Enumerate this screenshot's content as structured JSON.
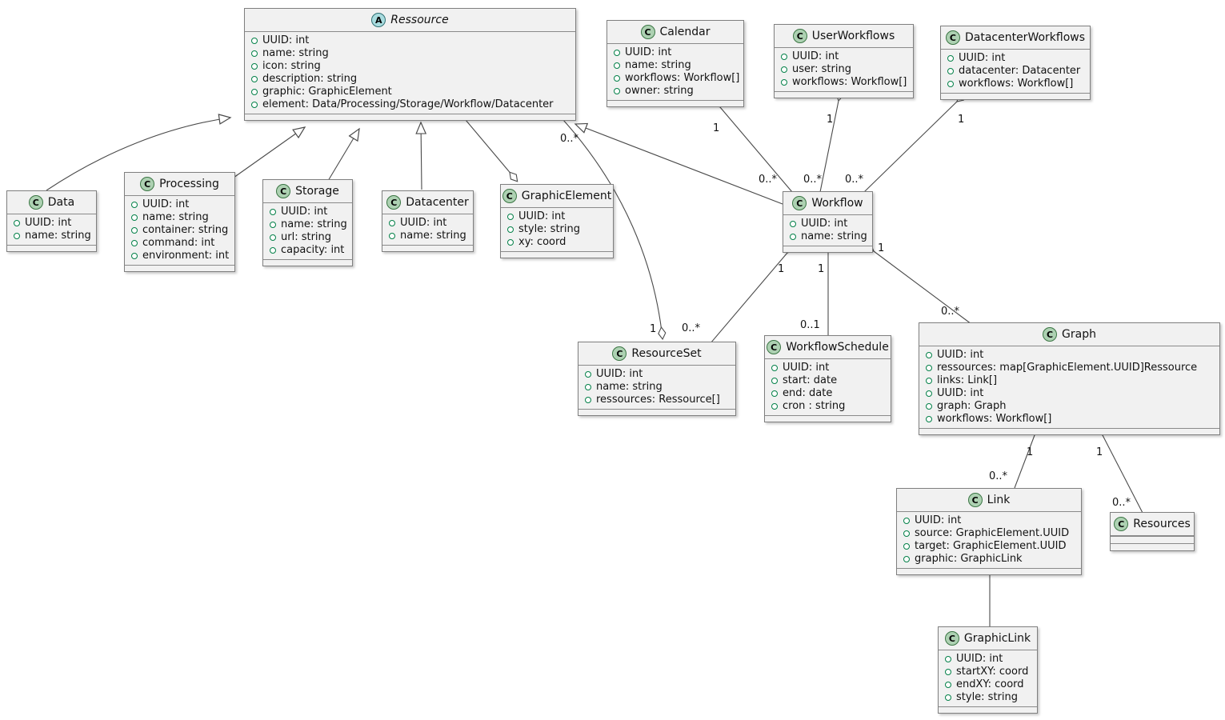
{
  "diagram": {
    "classes": {
      "ressource": {
        "kind": "A",
        "name": "Ressource",
        "attrs": [
          "UUID: int",
          "name: string",
          "icon: string",
          "description: string",
          "graphic: GraphicElement",
          "element: Data/Processing/Storage/Workflow/Datacenter"
        ]
      },
      "calendar": {
        "kind": "C",
        "name": "Calendar",
        "attrs": [
          "UUID: int",
          "name: string",
          "workflows: Workflow[]",
          "owner: string"
        ]
      },
      "userworkflows": {
        "kind": "C",
        "name": "UserWorkflows",
        "attrs": [
          "UUID: int",
          "user: string",
          "workflows: Workflow[]"
        ]
      },
      "datacenterworkflows": {
        "kind": "C",
        "name": "DatacenterWorkflows",
        "attrs": [
          "UUID: int",
          "datacenter: Datacenter",
          "workflows: Workflow[]"
        ]
      },
      "data": {
        "kind": "C",
        "name": "Data",
        "attrs": [
          "UUID: int",
          "name: string"
        ]
      },
      "processing": {
        "kind": "C",
        "name": "Processing",
        "attrs": [
          "UUID: int",
          "name: string",
          "container: string",
          "command: int",
          "environment: int"
        ]
      },
      "storage": {
        "kind": "C",
        "name": "Storage",
        "attrs": [
          "UUID: int",
          "name: string",
          "url: string",
          "capacity: int"
        ]
      },
      "datacenter": {
        "kind": "C",
        "name": "Datacenter",
        "attrs": [
          "UUID: int",
          "name: string"
        ]
      },
      "graphicelement": {
        "kind": "C",
        "name": "GraphicElement",
        "attrs": [
          "UUID: int",
          "style: string",
          "xy: coord"
        ]
      },
      "workflow": {
        "kind": "C",
        "name": "Workflow",
        "attrs": [
          "UUID: int",
          "name: string"
        ]
      },
      "resourceset": {
        "kind": "C",
        "name": "ResourceSet",
        "attrs": [
          "UUID: int",
          "name: string",
          "ressources: Ressource[]"
        ]
      },
      "workflowschedule": {
        "kind": "C",
        "name": "WorkflowSchedule",
        "attrs": [
          "UUID: int",
          "start: date",
          "end: date",
          "cron : string"
        ]
      },
      "graph": {
        "kind": "C",
        "name": "Graph",
        "attrs": [
          "UUID: int",
          "ressources: map[GraphicElement.UUID]Ressource",
          "links: Link[]",
          "UUID: int",
          "graph: Graph",
          "workflows: Workflow[]"
        ]
      },
      "link": {
        "kind": "C",
        "name": "Link",
        "attrs": [
          "UUID: int",
          "source: GraphicElement.UUID",
          "target: GraphicElement.UUID",
          "graphic: GraphicLink"
        ]
      },
      "resources": {
        "kind": "C",
        "name": "Resources",
        "attrs": []
      },
      "graphiclink": {
        "kind": "C",
        "name": "GraphicLink",
        "attrs": [
          "UUID: int",
          "startXY: coord",
          "endXY: coord",
          "style: string"
        ]
      }
    },
    "multiplicities": [
      "0..*",
      "1",
      "0..*",
      "1",
      "1",
      "0..1",
      "1",
      "0..*",
      "1",
      "0..*",
      "1",
      "0..*",
      "1",
      "0..*",
      "1",
      "0..*",
      "1",
      "0..*"
    ],
    "colors": {
      "class_icon_bg": "#ADD1B2",
      "abstract_icon_bg": "#A9DCDF",
      "box_bg": "#F1F1F1",
      "box_border": "#7F7F7F",
      "line": "#4A4A4A",
      "field_icon": "#038048"
    }
  }
}
